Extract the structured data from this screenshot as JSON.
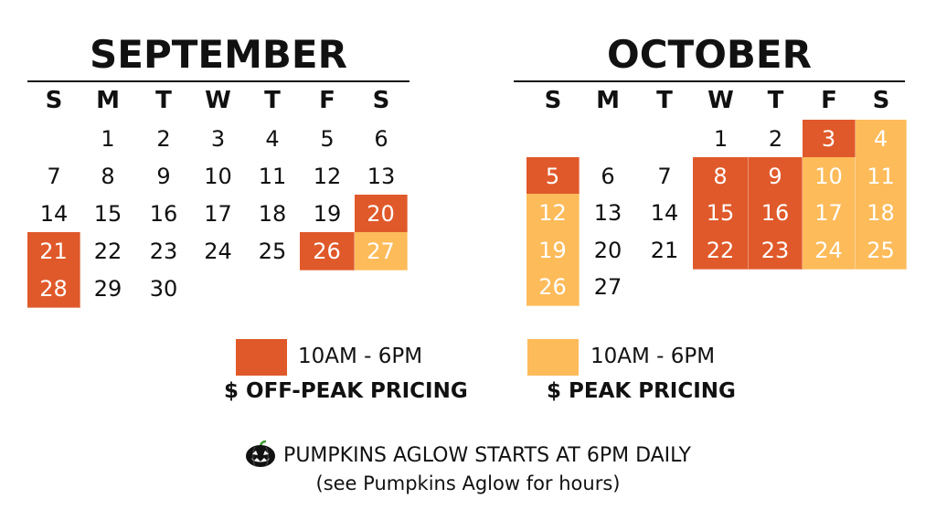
{
  "calendars": [
    {
      "month": "SEPTEMBER",
      "weekdays": [
        "S",
        "M",
        "T",
        "W",
        "T",
        "F",
        "S"
      ],
      "first_weekday": 1,
      "days": 30,
      "off_peak_days": [
        20,
        21,
        26,
        28
      ],
      "peak_days": [
        27
      ]
    },
    {
      "month": "OCTOBER",
      "weekdays": [
        "S",
        "M",
        "T",
        "W",
        "T",
        "F",
        "S"
      ],
      "first_weekday": 3,
      "days": 27,
      "off_peak_days": [
        3,
        5,
        8,
        9,
        15,
        16,
        22,
        23
      ],
      "peak_days": [
        4,
        10,
        11,
        12,
        17,
        18,
        19,
        24,
        25,
        26
      ]
    }
  ],
  "legend": {
    "off_peak": {
      "hours": "10AM - 6PM",
      "label": "$ OFF-PEAK PRICING",
      "color": "#E0592A"
    },
    "peak": {
      "hours": "10AM - 6PM",
      "label": "$ PEAK PRICING",
      "color": "#FDBB5A"
    }
  },
  "notice": {
    "icon": "pumpkin-icon",
    "text": "PUMPKINS AGLOW STARTS AT 6PM DAILY",
    "subtext": "(see Pumpkins Aglow for hours)"
  }
}
